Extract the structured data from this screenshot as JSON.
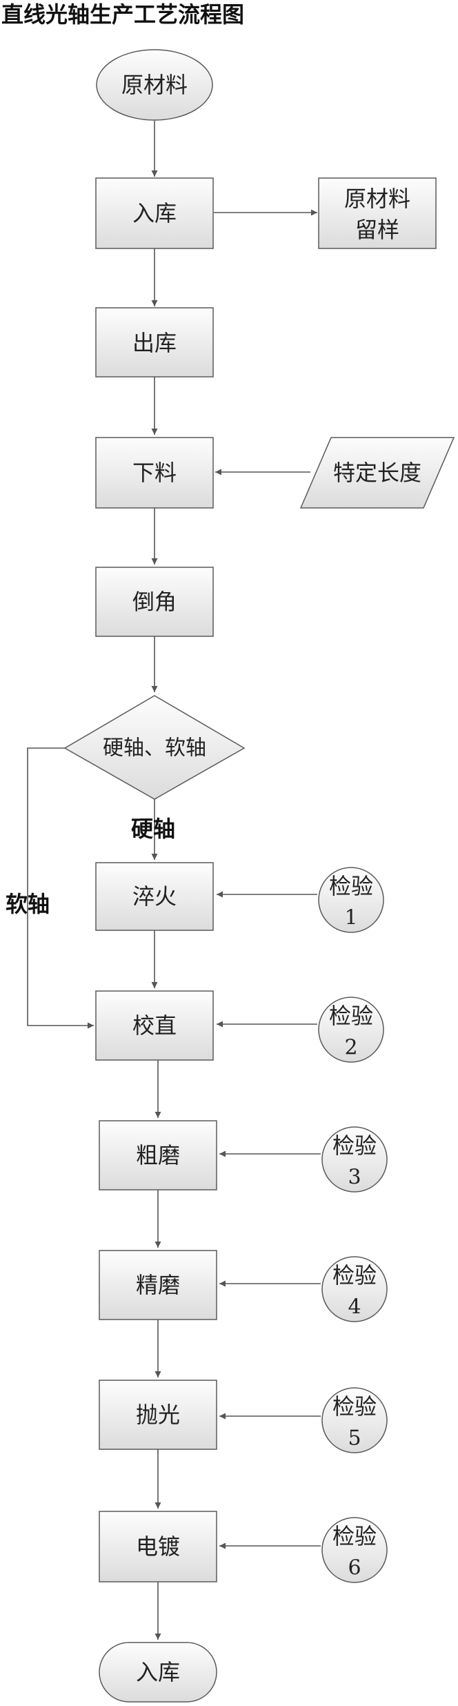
{
  "title": "直线光轴生产工艺流程图",
  "nodes": {
    "start": "原材料",
    "warehouse_in": "入库",
    "sample": [
      "原材料",
      "留样"
    ],
    "warehouse_out": "出库",
    "cutting": "下料",
    "specific_length": "特定长度",
    "chamfer": "倒角",
    "decision": "硬轴、软轴",
    "quench": "淬火",
    "straighten": "校直",
    "rough_grind": "粗磨",
    "fine_grind": "精磨",
    "polish": "抛光",
    "plating": "电镀",
    "end": "入库",
    "inspections": [
      [
        "检验",
        "1"
      ],
      [
        "检验",
        "2"
      ],
      [
        "检验",
        "3"
      ],
      [
        "检验",
        "4"
      ],
      [
        "检验",
        "5"
      ],
      [
        "检验",
        "6"
      ]
    ]
  },
  "branch_labels": {
    "hard": "硬轴",
    "soft": "软轴"
  },
  "colors": {
    "box_top": "#fdfdfd",
    "box_bottom": "#dcdcdc",
    "stroke": "#5a5a5a",
    "arrow": "#555555",
    "text": "#222222"
  }
}
